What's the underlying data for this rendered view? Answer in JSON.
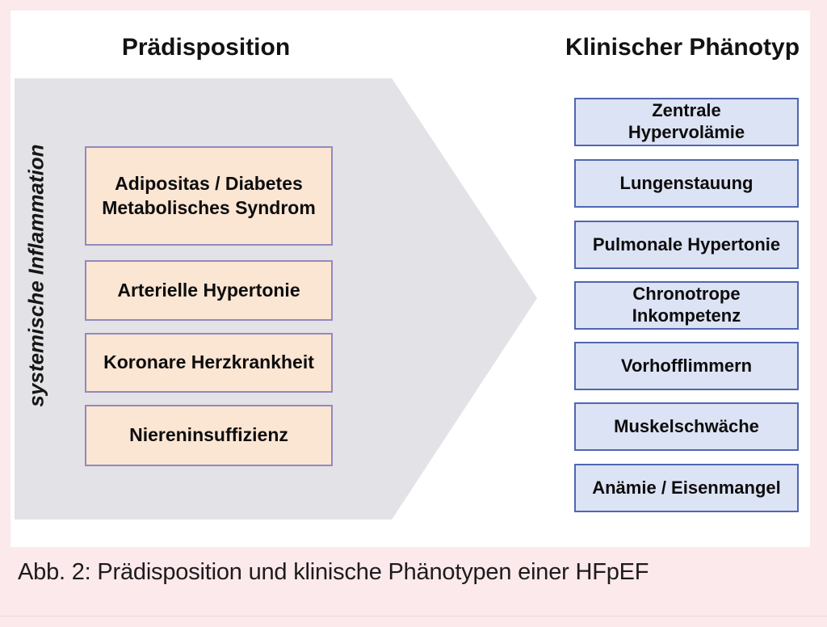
{
  "diagram": {
    "heading_left": "Prädisposition",
    "heading_right": "Klinischer Phänotyp",
    "rotated_label": "systemische Inflammation",
    "predispositions": [
      {
        "label": "Adipositas / Diabetes\nMetabolisches Syndrom"
      },
      {
        "label": "Arterielle Hypertonie"
      },
      {
        "label": "Koronare Herzkrankheit"
      },
      {
        "label": "Niereninsuffizienz"
      }
    ],
    "phenotypes": [
      {
        "label": "Zentrale\nHypervolämie"
      },
      {
        "label": "Lungenstauung"
      },
      {
        "label": "Pulmonale Hypertonie"
      },
      {
        "label": "Chronotrope\nInkompetenz"
      },
      {
        "label": "Vorhofflimmern"
      },
      {
        "label": "Muskelschwäche"
      },
      {
        "label": "Anämie / Eisenmangel"
      }
    ],
    "caption": "Abb. 2: Prädisposition und klinische Phänotypen einer HFpEF"
  },
  "colors": {
    "page-bg": "#fce9ec",
    "panel-bg": "#ffffff",
    "arrow-fill": "#e3e2e6",
    "pred-fill": "#fbe5d3",
    "pred-border": "#9289c0",
    "phen-fill": "#dce3f4",
    "phen-border": "#4f67ae",
    "text": "#0d0d0d"
  }
}
